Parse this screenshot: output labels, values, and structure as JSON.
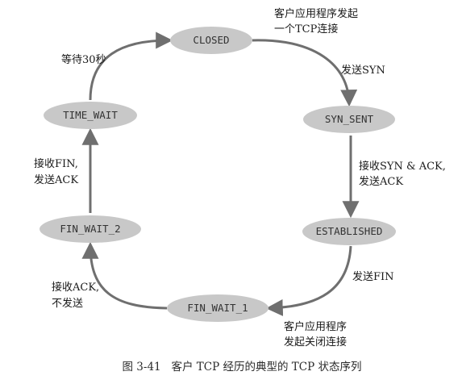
{
  "colors": {
    "state_fill": "#c8c8c8",
    "arrow": "#6f6f6f",
    "text": "#1a1a1a"
  },
  "states": {
    "closed": "CLOSED",
    "syn_sent": "SYN_SENT",
    "established": "ESTABLISHED",
    "fin_wait_1": "FIN_WAIT_1",
    "fin_wait_2": "FIN_WAIT_2",
    "time_wait": "TIME_WAIT"
  },
  "transitions": {
    "client_start": [
      "客户应用程序发起",
      "一个TCP连接"
    ],
    "send_syn": [
      "发送SYN"
    ],
    "recv_synack": [
      "接收SYN & ACK,",
      "发送ACK"
    ],
    "send_fin": [
      "发送FIN"
    ],
    "client_close": [
      "客户应用程序",
      "发起关闭连接"
    ],
    "recv_ack": [
      "接收ACK,",
      "不发送"
    ],
    "recv_fin": [
      "接收FIN,",
      "发送ACK"
    ],
    "wait_30s": [
      "等待30秒"
    ]
  },
  "caption": "图 3-41   客户 TCP 经历的典型的 TCP 状态序列"
}
